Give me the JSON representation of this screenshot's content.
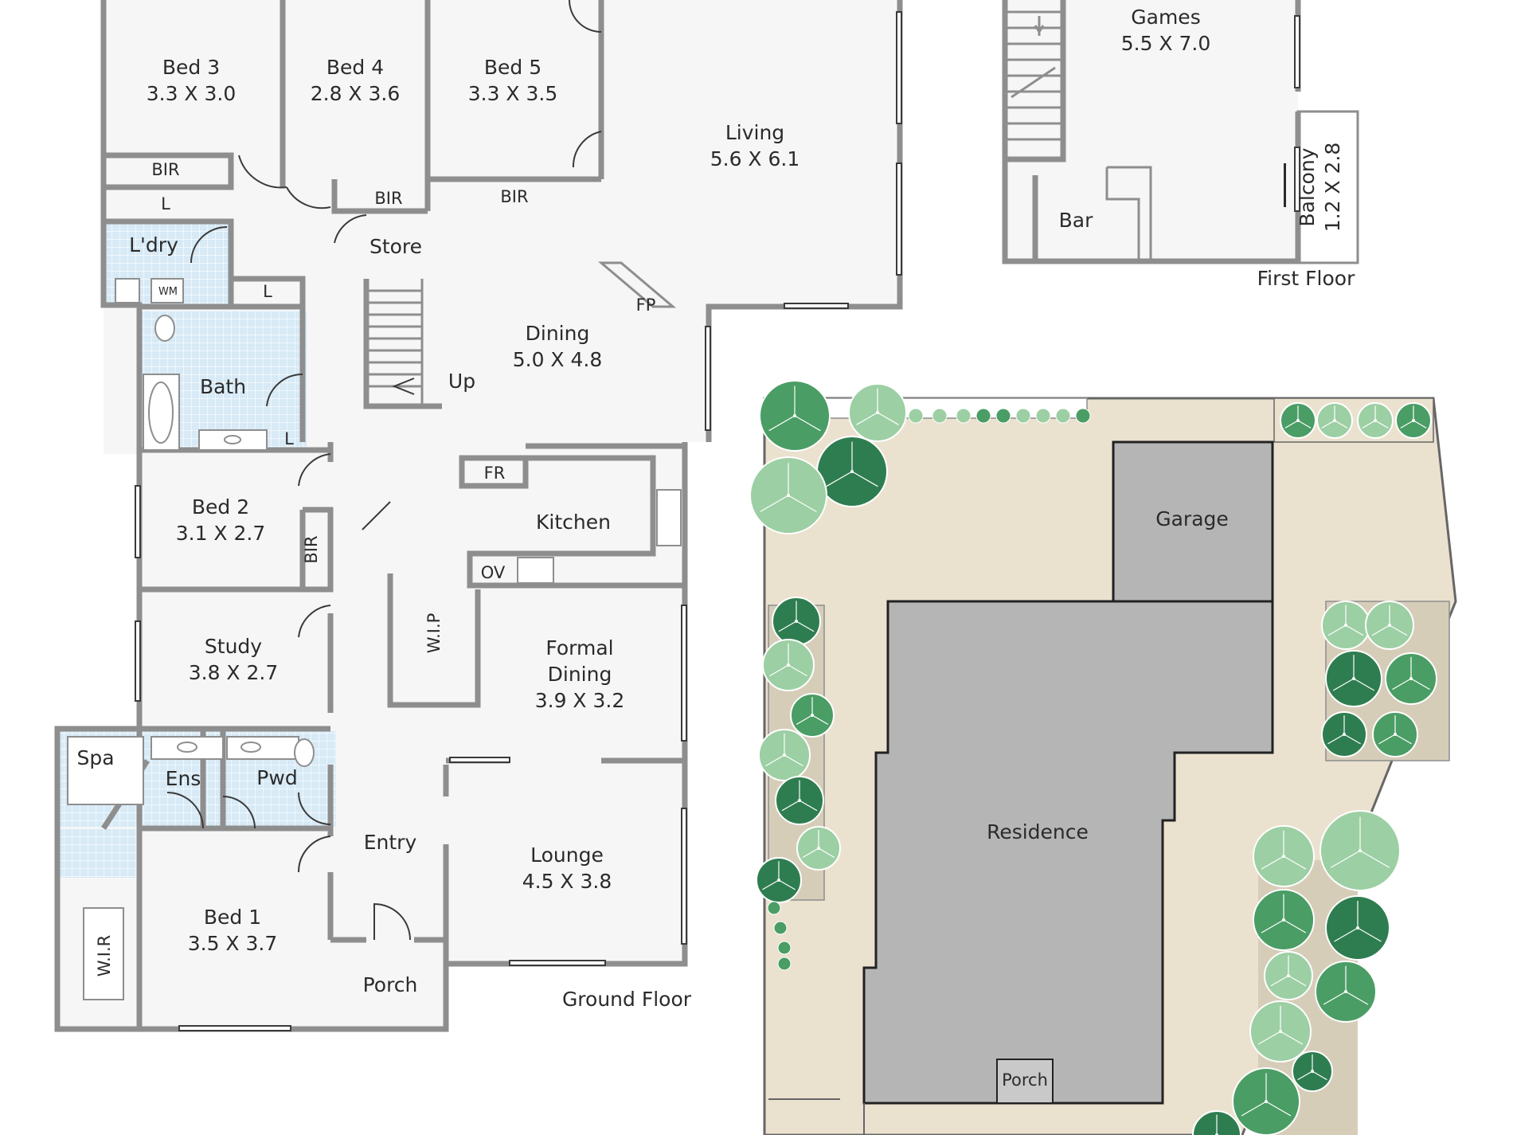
{
  "rooms": {
    "bed3": {
      "name": "Bed 3",
      "size": "3.3 X 3.0"
    },
    "bed4": {
      "name": "Bed 4",
      "size": "2.8 X 3.6"
    },
    "bed5": {
      "name": "Bed 5",
      "size": "3.3 X 3.5"
    },
    "living": {
      "name": "Living",
      "size": "5.6 X 6.1"
    },
    "dining": {
      "name": "Dining",
      "size": "5.0 X 4.8"
    },
    "bed2": {
      "name": "Bed 2",
      "size": "3.1 X 2.7"
    },
    "kitchen": {
      "name": "Kitchen"
    },
    "study": {
      "name": "Study",
      "size": "3.8 X 2.7"
    },
    "formal_dining": {
      "name_line1": "Formal",
      "name_line2": "Dining",
      "size": "3.9 X 3.2"
    },
    "ens": {
      "name": "Ens"
    },
    "pwd": {
      "name": "Pwd"
    },
    "spa": {
      "name": "Spa"
    },
    "entry": {
      "name": "Entry"
    },
    "lounge": {
      "name": "Lounge",
      "size": "4.5 X 3.8"
    },
    "bed1": {
      "name": "Bed 1",
      "size": "3.5 X 3.7"
    },
    "porch": {
      "name": "Porch"
    },
    "laundry": {
      "name": "L'dry"
    },
    "bath": {
      "name": "Bath"
    },
    "store": {
      "name": "Store"
    },
    "games": {
      "name": "Games",
      "size": "5.5 X 7.0"
    },
    "bar": {
      "name": "Bar"
    },
    "balcony": {
      "name": "Balcony",
      "size": "1.2 X 2.8"
    }
  },
  "labels": {
    "bir": "BIR",
    "linen": "L",
    "wm": "WM",
    "fp": "FP",
    "fr": "FR",
    "ov": "OV",
    "wip": "W.I.P",
    "wir": "W.I.R",
    "up": "Up"
  },
  "floors": {
    "ground": "Ground Floor",
    "first": "First Floor"
  },
  "site": {
    "garage": "Garage",
    "residence": "Residence",
    "porch": "Porch"
  },
  "colors": {
    "wall": "#8e8e8e",
    "tile": "#d7eaf6",
    "lot": "#ebe1cf",
    "building": "#b5b5b5",
    "garden_bed": "#d6cdb9",
    "tree_dark": "#2e7d50",
    "tree_mid": "#4a9d64",
    "tree_light": "#9ccfa3"
  }
}
